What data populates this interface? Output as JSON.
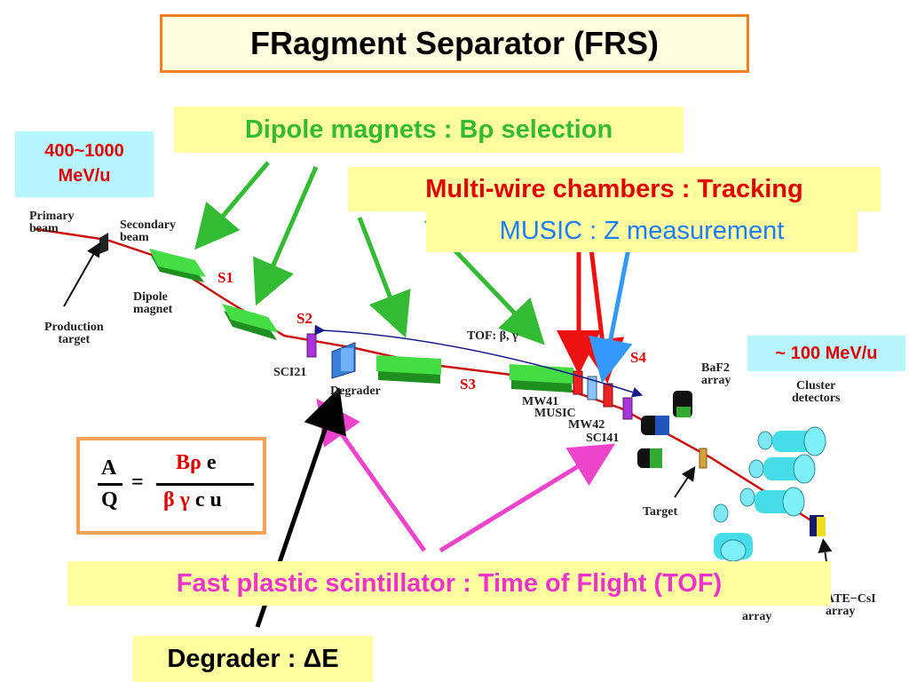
{
  "title": "FRagment Separator (FRS)",
  "callouts": {
    "dipole": "Dipole magnets : Bρ selection",
    "mwpc": "Multi-wire chambers : Tracking",
    "music": "MUSIC : Z measurement",
    "energy_in": "400~1000\nMeV/u",
    "energy_out": "~ 100 MeV/u",
    "scintillator": "Fast plastic scintillator : Time of Flight (TOF)",
    "degrader": "Degrader : ΔE"
  },
  "formula": {
    "lhs_num": "A",
    "lhs_den": "Q",
    "equals": "=",
    "rhs_num_greek": "Bρ",
    "rhs_num_rest": " e",
    "rhs_den_greek": "β γ",
    "rhs_den_rest": " c u"
  },
  "diagram_labels": {
    "primary_beam": "Primary\nbeam",
    "secondary_beam": "Secondary\nbeam",
    "production_target": "Production\ntarget",
    "dipole_magnet": "Dipole\nmagnet",
    "s1": "S1",
    "s2": "S2",
    "s3": "S3",
    "s4": "S4",
    "sci21": "SCI21",
    "degrader": "Degrader",
    "tof": "TOF: β, γ",
    "mw41": "MW41",
    "music": "MUSIC",
    "mw42": "MW42",
    "sci41": "SCI41",
    "baf2": "BaF2\narray",
    "cluster": "Cluster\ndetectors",
    "target": "Target",
    "array": "array",
    "ate_csi": "ATE−CsI\narray"
  },
  "colors": {
    "title_border": "#f07f1f",
    "callout_bg": "#ffffa0",
    "energy_bg": "#b7f5ff",
    "beamline": "#cc1111",
    "dipole": "#33cc33",
    "arrow_green": "#33bb33",
    "arrow_red": "#ee1111",
    "arrow_blue": "#3399ff",
    "arrow_magenta": "#ee44cc",
    "arrow_black": "#000000",
    "music_text": "#1e7cff",
    "scint_text": "#ee33cc"
  }
}
